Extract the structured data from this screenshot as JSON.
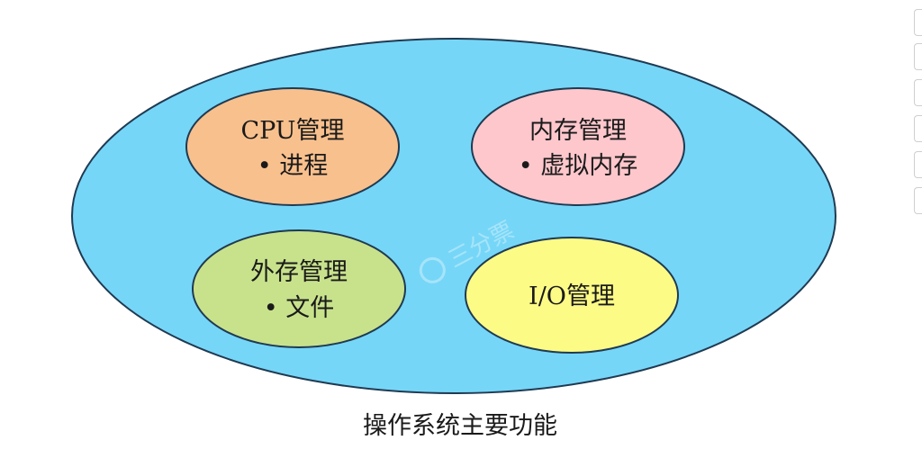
{
  "diagram": {
    "caption": "操作系统主要功能",
    "outer_fill": "#76d6f7",
    "outer_stroke": "#1f3a52",
    "modules": [
      {
        "line1": "CPU管理",
        "line2": "• 进程",
        "fill": "#f8c08d"
      },
      {
        "line1": "内存管理",
        "line2": "• 虚拟内存",
        "fill": "#fdc7cc"
      },
      {
        "line1": "外存管理",
        "line2": "• 文件",
        "fill": "#c8e28c"
      },
      {
        "line1": "I/O管理",
        "line2": "",
        "fill": "#fcfb86"
      }
    ]
  },
  "watermark": {
    "logo_text": "三分票"
  }
}
